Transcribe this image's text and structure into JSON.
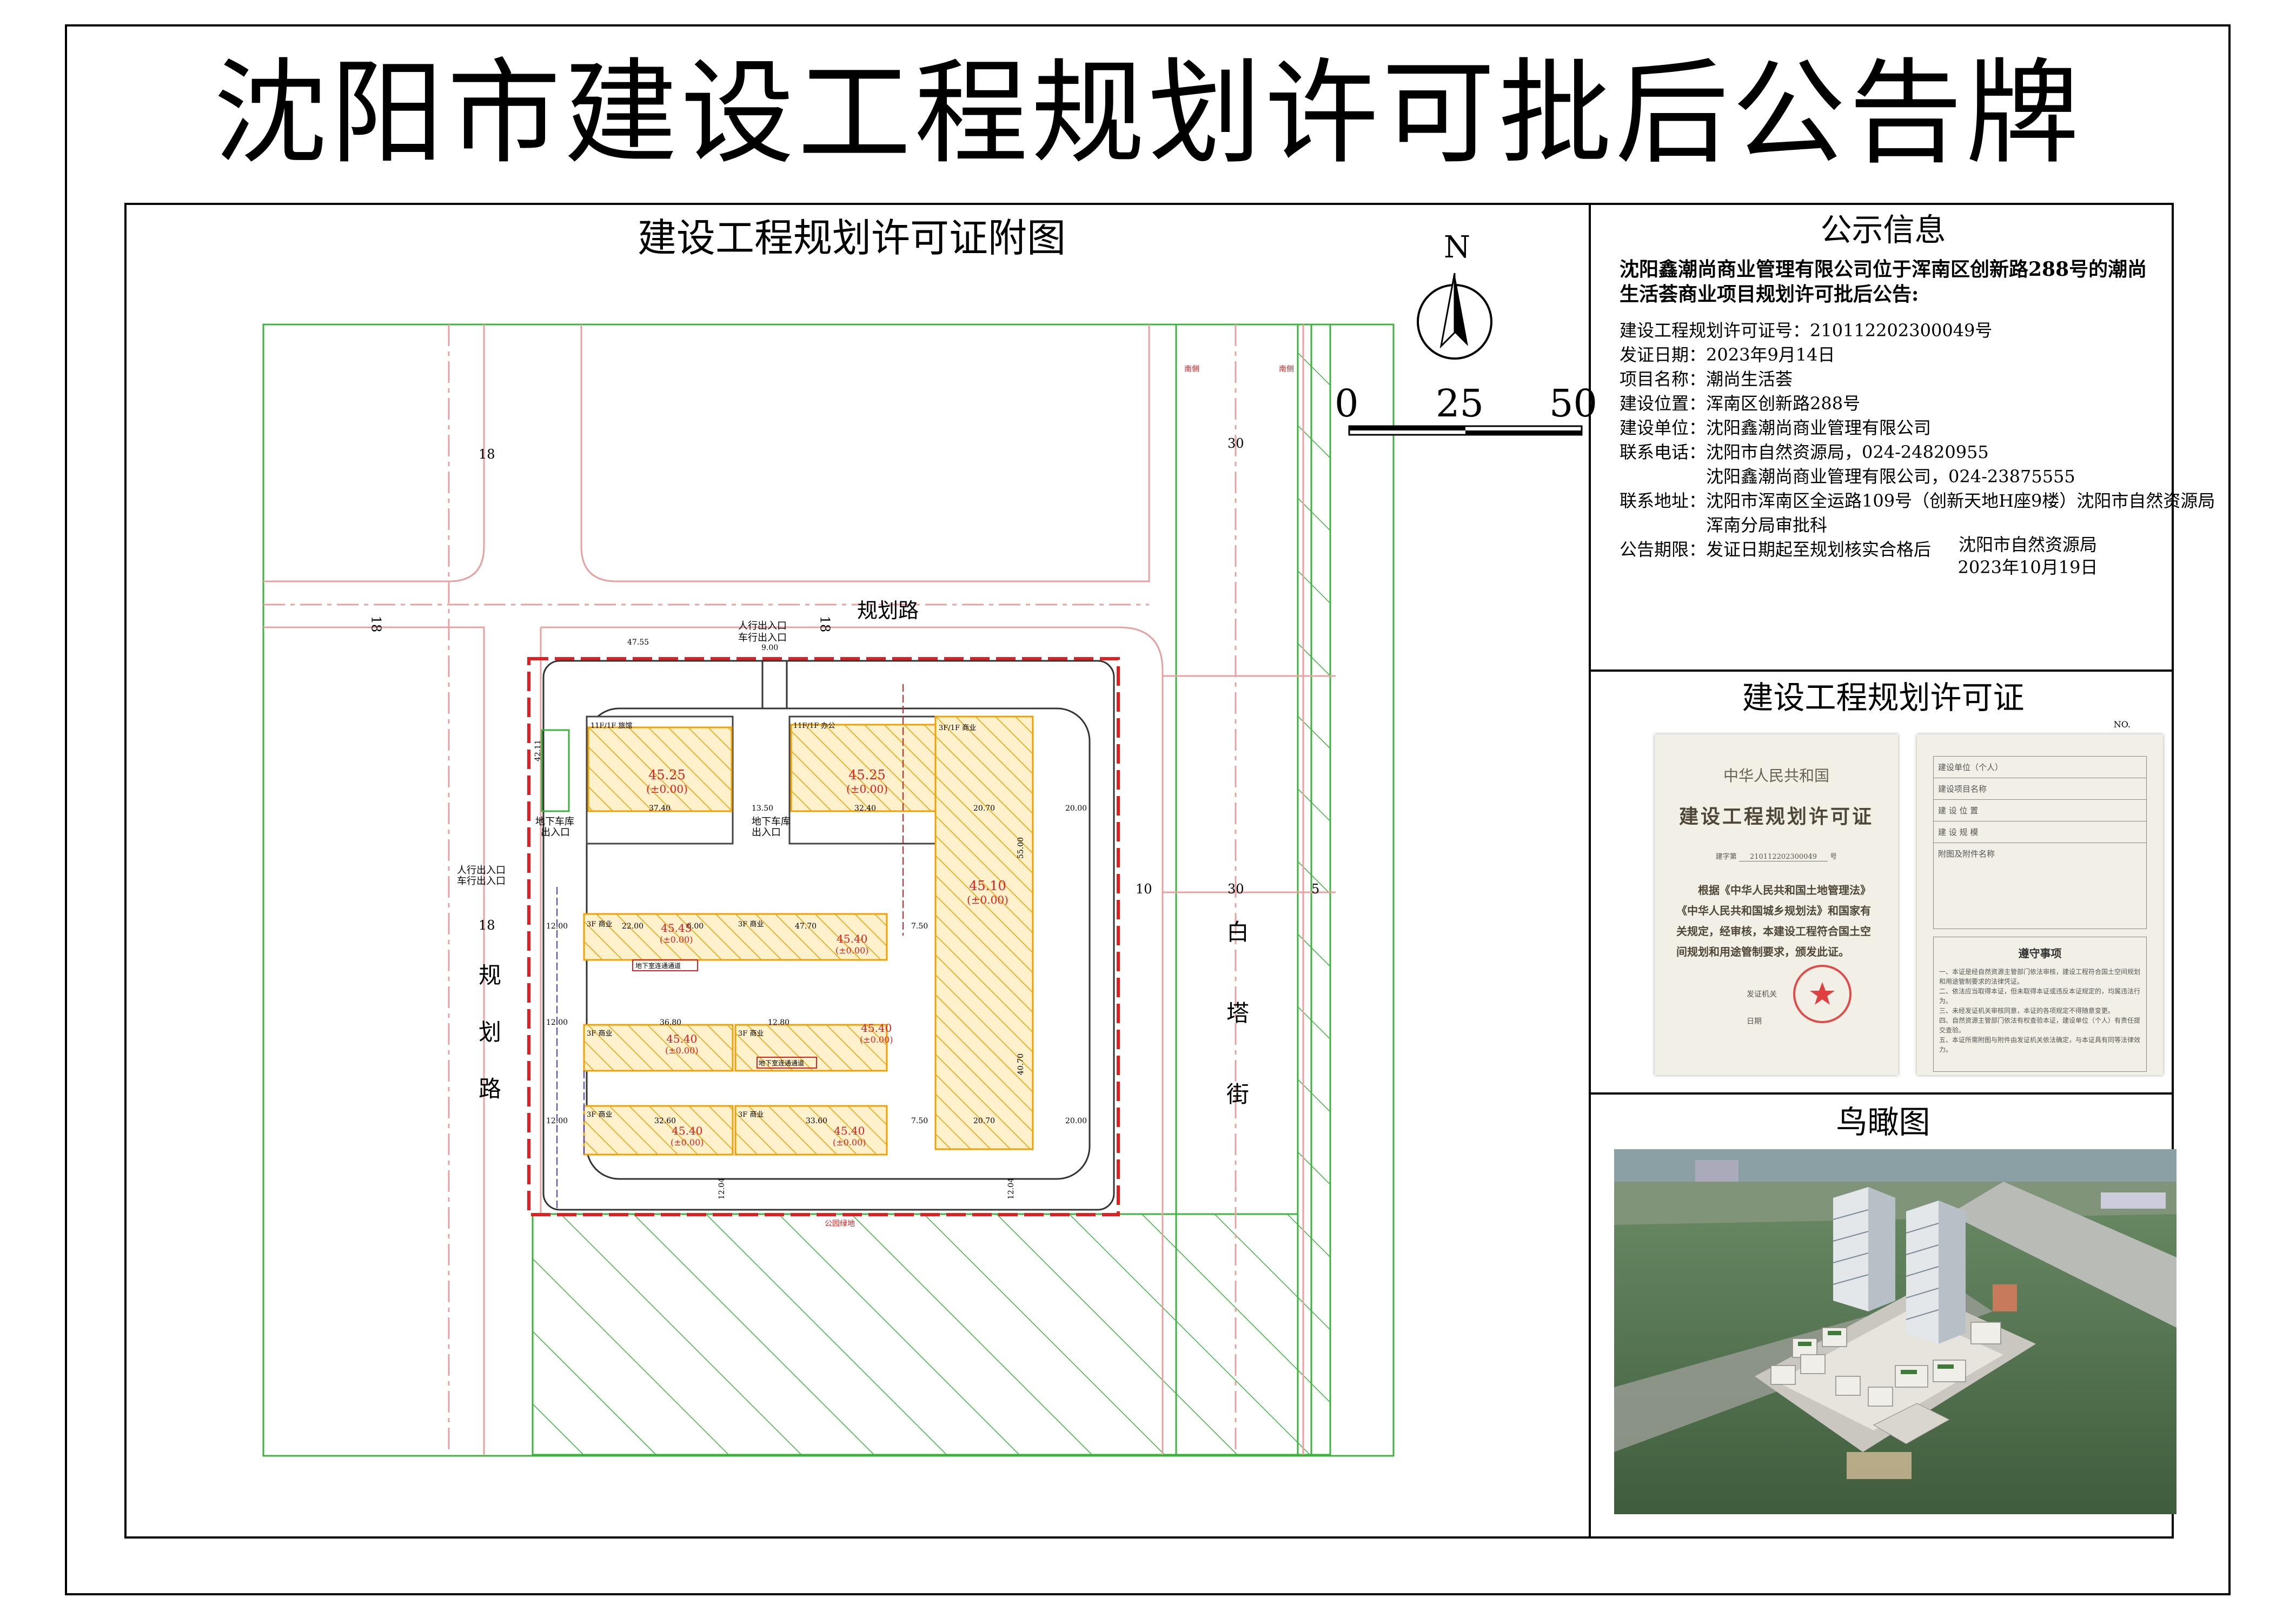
{
  "page_title": "沈阳市建设工程规划许可批后公告牌",
  "plan": {
    "title": "建设工程规划许可证附图",
    "north": "N",
    "scale": [
      "0",
      "25",
      "50"
    ],
    "road_top": "规划路",
    "road_left": [
      "规",
      "划",
      "路"
    ],
    "road_right": [
      "白",
      "塔",
      "街"
    ],
    "widths": [
      "18",
      "18",
      "18",
      "18",
      "30",
      "30",
      "10",
      "5"
    ],
    "entry_top": [
      "人行出入口",
      "车行出入口"
    ],
    "entry_left": [
      "人行出入口",
      "车行出入口"
    ],
    "garage_a": [
      "地下车库",
      "出入口"
    ],
    "garage_b": [
      "地下车库",
      "出入口"
    ],
    "dims": [
      "47.55",
      "9.00",
      "37.40",
      "13.50",
      "32.40",
      "20.70",
      "20.00",
      "12.00",
      "22.00",
      "6.00",
      "47.70",
      "7.50",
      "12.00",
      "36.80",
      "12.80",
      "12.00",
      "32.60",
      "33.60",
      "20.70",
      "20.00",
      "7.50",
      "55.00",
      "40.70",
      "12.04",
      "12.04",
      "42.11"
    ],
    "buildings": [
      {
        "floors": "11F/1F",
        "use": "旅馆",
        "elev": "45.25",
        "zero": "(±0.00)"
      },
      {
        "floors": "11F/1F",
        "use": "办公",
        "elev": "45.25",
        "zero": "(±0.00)"
      },
      {
        "floors": "3F/1F",
        "use": "商业",
        "elev": "45.10",
        "zero": "(±0.00)"
      },
      {
        "floors": "3F",
        "use": "商业",
        "elev": "45.45",
        "zero": "(±0.00)"
      },
      {
        "floors": "3F",
        "use": "商业",
        "elev": "45.40",
        "zero": "(±0.00)"
      },
      {
        "floors": "3F",
        "use": "商业",
        "elev": "45.40",
        "zero": "(±0.00)"
      },
      {
        "floors": "3F",
        "use": "商业",
        "elev": "45.40",
        "zero": "(±0.00)"
      },
      {
        "floors": "3F",
        "use": "商业",
        "elev": "45.40",
        "zero": "(±0.00)"
      },
      {
        "floors": "3F",
        "use": "商业",
        "elev": "45.40",
        "zero": "(±0.00)"
      }
    ],
    "red_labels": [
      "南侧",
      "南侧",
      "公园绿地",
      "地下室连通通道",
      "地下室连通通道"
    ]
  },
  "notice": {
    "title": "公示信息",
    "heading": "沈阳鑫潮尚商业管理有限公司位于浑南区创新路288号的潮尚生活荟商业项目规划许可批后公告:",
    "lines": [
      "建设工程规划许可证号：210112202300049号",
      "发证日期：2023年9月14日",
      "项目名称：潮尚生活荟",
      "建设位置：浑南区创新路288号",
      "建设单位：沈阳鑫潮尚商业管理有限公司",
      "联系电话：沈阳市自然资源局，024-24820955",
      "　　　　　沈阳鑫潮尚商业管理有限公司，024-23875555",
      "联系地址：沈阳市浑南区全运路109号（创新天地H座9楼）沈阳市自然资源局",
      "　　　　　浑南分局审批科",
      "公告期限：发证日期起至规划核实合格后"
    ],
    "issuer": "沈阳市自然资源局",
    "date": "2023年10月19日"
  },
  "permit": {
    "title": "建设工程规划许可证",
    "no_label": "NO.",
    "country": "中华人民共和国",
    "name": "建设工程规划许可证",
    "code_label": "建字第",
    "code_value": "210112202300049",
    "code_suffix": "号",
    "body": "根据《中华人民共和国土地管理法》《中华人民共和国城乡规划法》和国家有关规定，经审核，本建设工程符合国土空间规划和用途管制要求，颁发此证。",
    "issuer_label": "发证机关",
    "date_label": "日期",
    "rows": [
      "建设单位（个人）",
      "建设项目名称",
      "建 设 位 置",
      "建 设 规 模"
    ],
    "attach_label": "附图及附件名称",
    "notes_title": "遵守事项",
    "notes": [
      "一、本证是经自然资源主管部门依法审核，建设工程符合国土空间规划和用途管制要求的法律凭证。",
      "二、依法应当取得本证，但未取得本证或违反本证规定的，均属违法行为。",
      "三、未经发证机关审核同意，本证的各项规定不得随意变更。",
      "四、自然资源主管部门依法有权查验本证，建设单位（个人）有责任提交查验。",
      "五、本证所需附图与附件由发证机关依法确定，与本证具有同等法律效力。"
    ]
  },
  "aerial": {
    "title": "鸟瞰图"
  },
  "colors": {
    "road_red": "#e8a0a0",
    "boundary_red": "#e02020",
    "green_line": "#3cb43c",
    "hatch_orange": "#f0a000",
    "building_fill": "#fff1cc"
  }
}
